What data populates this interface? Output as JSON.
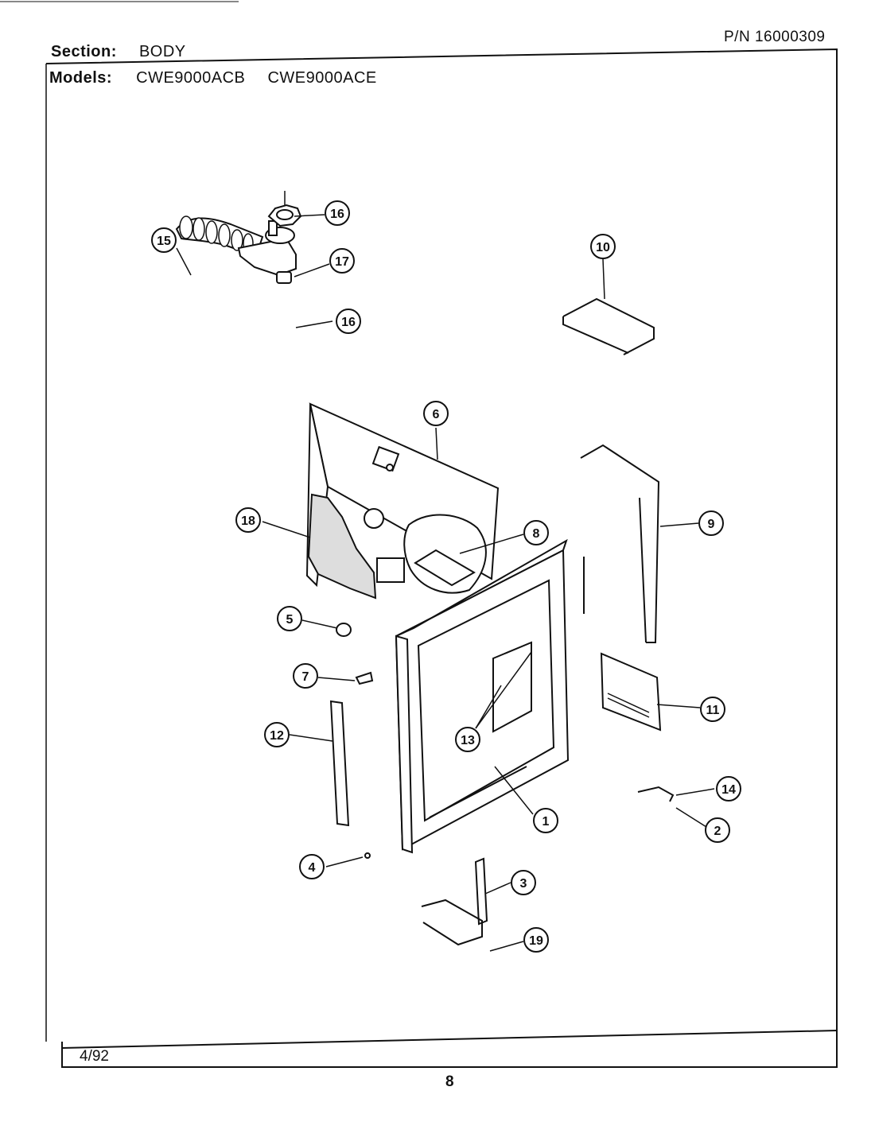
{
  "header": {
    "section_label": "Section:",
    "section_value": "BODY",
    "models_label": "Models:",
    "models": [
      "CWE9000ACB",
      "CWE9000ACE"
    ],
    "part_number": "P/N  16000309"
  },
  "footer": {
    "date": "4/92",
    "page": "8"
  },
  "callouts": [
    "1",
    "2",
    "3",
    "4",
    "5",
    "6",
    "7",
    "8",
    "9",
    "10",
    "11",
    "12",
    "13",
    "14",
    "15",
    "16",
    "16",
    "17",
    "18",
    "19"
  ]
}
